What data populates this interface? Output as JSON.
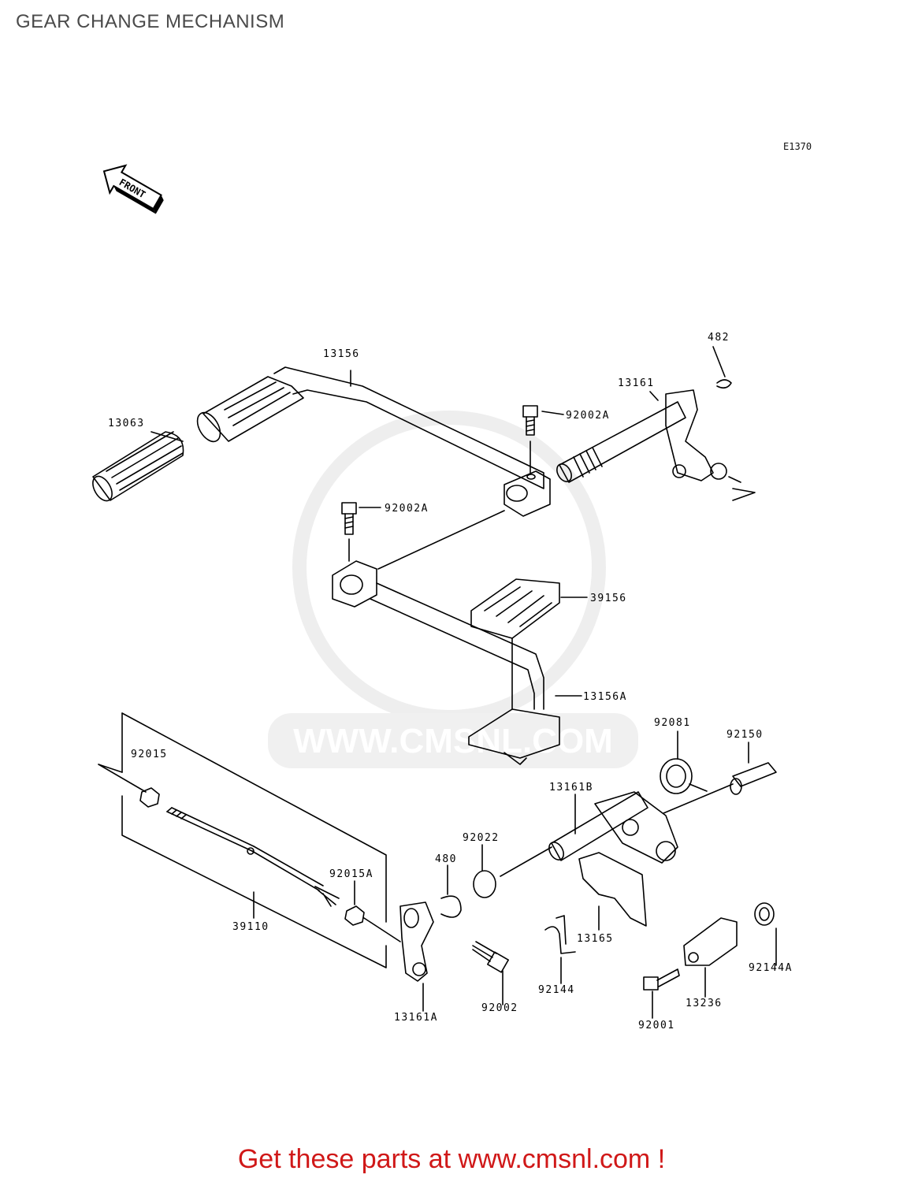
{
  "title": "GEAR CHANGE MECHANISM",
  "diagram_code": "E1370",
  "front_label": "FRONT",
  "watermark": "WWW.CMSNL.COM",
  "footer": {
    "prefix": "Get these parts at ",
    "link": "www.cmsnl.com",
    "suffix": " !"
  },
  "parts": {
    "p13156": "13156",
    "p13063": "13063",
    "p482": "482",
    "p13161": "13161",
    "p92002A_top": "92002A",
    "p92002A_mid": "92002A",
    "p39156": "39156",
    "p13156A": "13156A",
    "p92015": "92015",
    "p92081": "92081",
    "p92150": "92150",
    "p13161B": "13161B",
    "p92022": "92022",
    "p480": "480",
    "p92015A": "92015A",
    "p39110": "39110",
    "p13165": "13165",
    "p92144": "92144",
    "p92144A": "92144A",
    "p13236": "13236",
    "p92001": "92001",
    "p92002": "92002",
    "p13161A": "13161A"
  }
}
